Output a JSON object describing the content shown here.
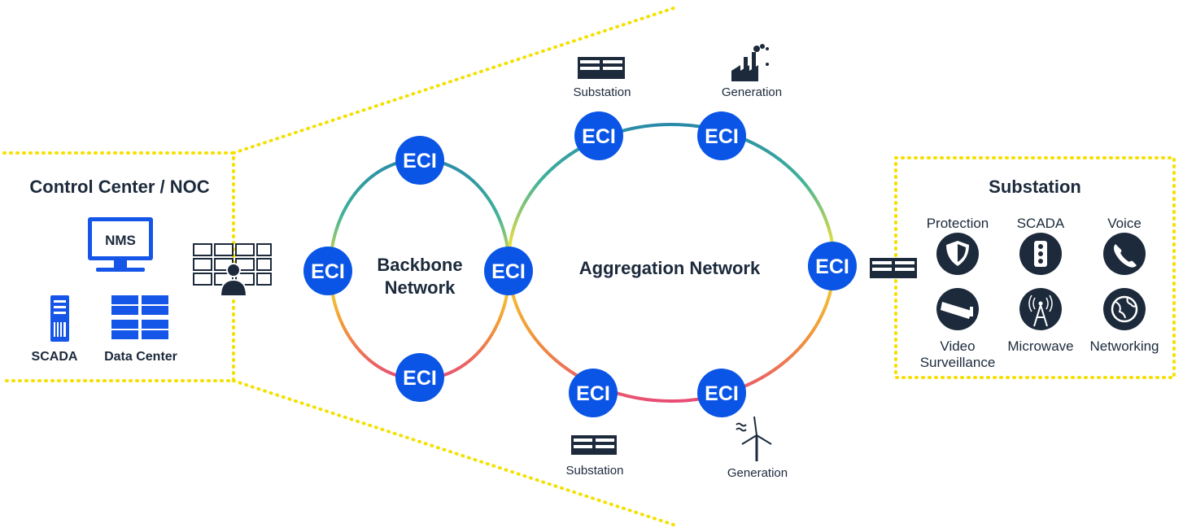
{
  "control_center": {
    "title": "Control Center / NOC",
    "nms_label": "NMS",
    "scada_label": "SCADA",
    "datacenter_label": "Data Center"
  },
  "backbone": {
    "label_line1": "Backbone",
    "label_line2": "Network"
  },
  "aggregation": {
    "label": "Aggregation Network"
  },
  "node_label": "ECI",
  "sites": {
    "top_substation": "Substation",
    "top_generation": "Generation",
    "bottom_substation": "Substation",
    "bottom_generation": "Generation"
  },
  "substation_panel": {
    "title": "Substation",
    "services": [
      {
        "label_lines": [
          "Protection"
        ],
        "icon": "shield-icon"
      },
      {
        "label_lines": [
          "SCADA"
        ],
        "icon": "traffic-light-icon"
      },
      {
        "label_lines": [
          "Voice"
        ],
        "icon": "phone-icon"
      },
      {
        "label_lines": [
          "Video",
          "Surveillance"
        ],
        "icon": "camera-icon"
      },
      {
        "label_lines": [
          "Microwave"
        ],
        "icon": "antenna-icon"
      },
      {
        "label_lines": [
          "Networking"
        ],
        "icon": "globe-icon"
      }
    ]
  },
  "colors": {
    "node_blue": "#0a55e6",
    "icon_blue": "#1556e8",
    "dark": "#1c2a3c",
    "dotted_yellow": "#f5e000",
    "gradient": [
      "#2a8aa8",
      "#3fb29a",
      "#f3e23a",
      "#f29a35",
      "#e84e74"
    ]
  }
}
